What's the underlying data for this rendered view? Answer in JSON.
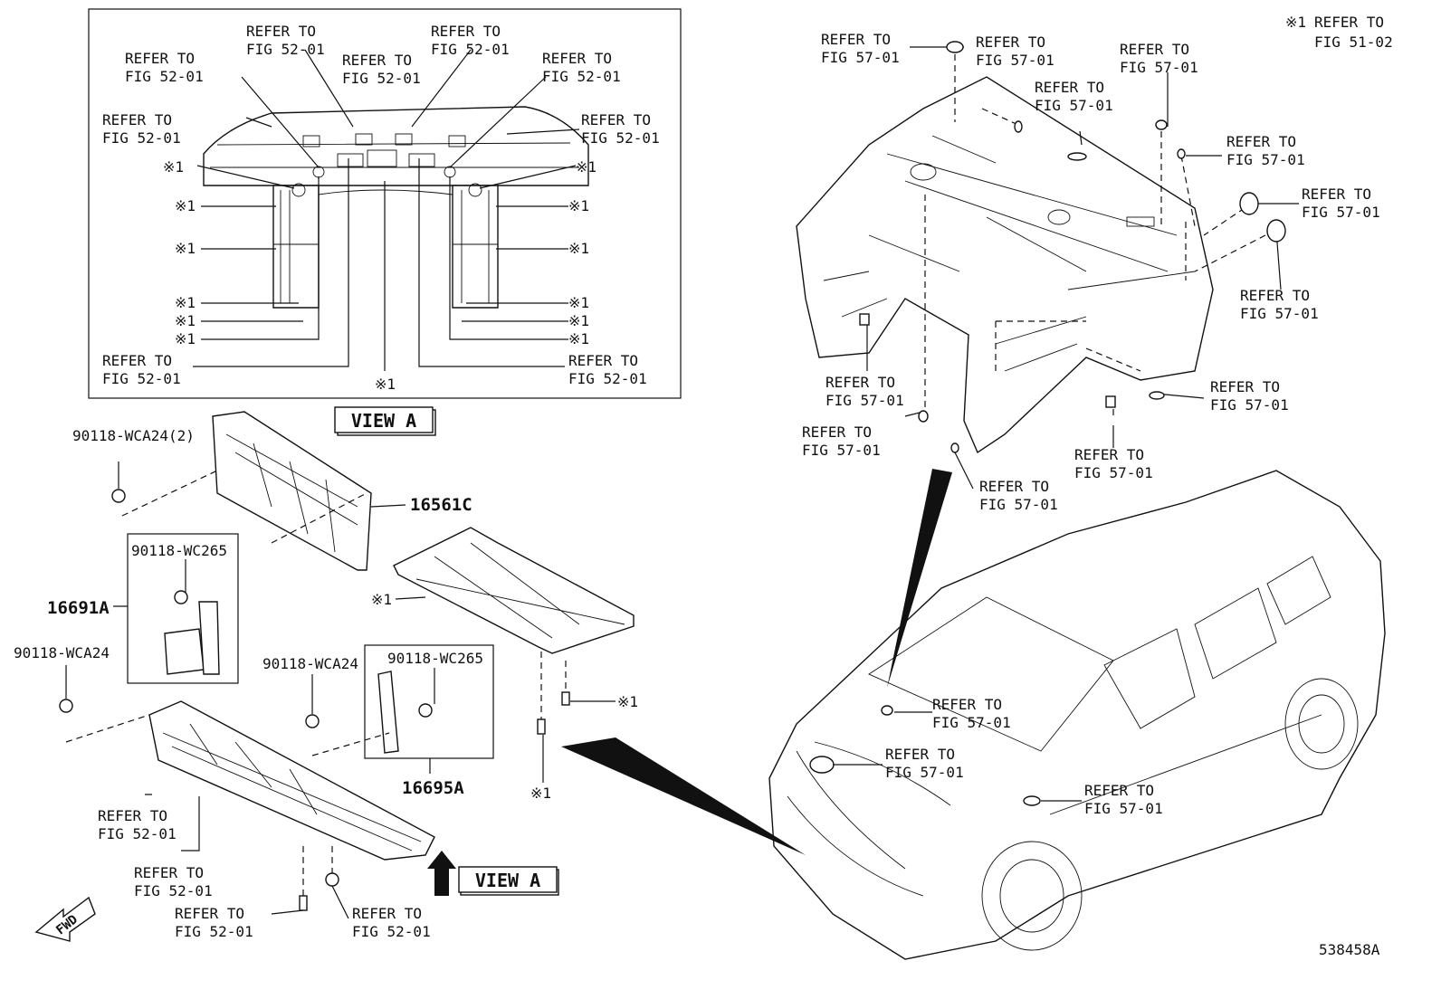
{
  "refer_52": "REFER TO|FIG 52-01",
  "refer_57": "REFER TO|FIG 57-01",
  "note_mark": "※1",
  "note": {
    "mark": "※1",
    "line1": "REFER TO",
    "line2": "FIG 51-02"
  },
  "view_a_title": "VIEW A",
  "view_a_arrow_label": "VIEW A",
  "fwd_label": "FWD",
  "diagram_id": "538458A",
  "parts": {
    "p16561c": "16561C",
    "p16691a": "16691A",
    "p16695a": "16695A",
    "clip_wca24_2": "90118-WCA24(2)",
    "clip_wca24_a": "90118-WCA24",
    "clip_wca24_b": "90118-WCA24",
    "clip_wc265_a": "90118-WC265",
    "clip_wc265_b": "90118-WC265"
  }
}
